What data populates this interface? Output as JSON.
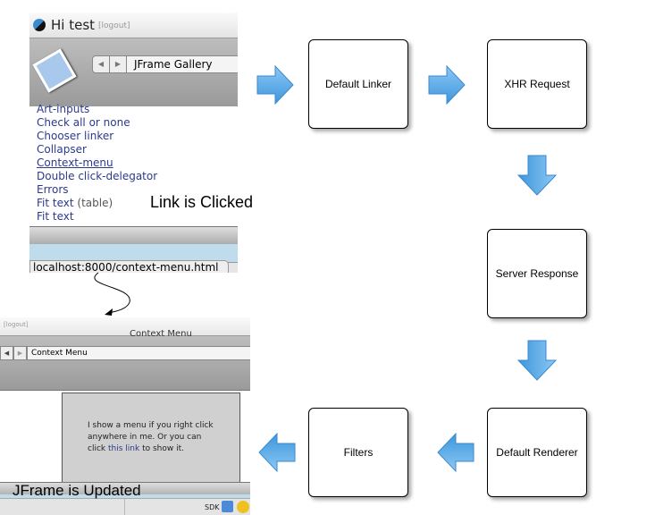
{
  "top_screenshot": {
    "greeting": "Hi test",
    "logout": "[logout]",
    "location": "JFrame Gallery",
    "links": [
      "Art-inputs",
      "Check all or none",
      "Chooser linker",
      "Collapser",
      "Context-menu",
      "Double click-delegator",
      "Errors",
      "Fit text",
      "Fit text"
    ],
    "fit_text_suffix": "(table)",
    "status_url": "localhost:8000/context-menu.html"
  },
  "bottom_screenshot": {
    "logout": "[logout]",
    "window_title": "Context Menu",
    "location": "Context Menu",
    "body_text_1": "I show a menu if you right click anywhere in me. Or you can click",
    "body_link": "this link",
    "body_text_2": "to show it.",
    "sdk": "SDK"
  },
  "captions": {
    "link_clicked": "Link is Clicked",
    "jframe_updated": "JFrame is Updated"
  },
  "nodes": {
    "default_linker": "Default Linker",
    "xhr_request": "XHR Request",
    "server_response": "Server Response",
    "default_renderer": "Default Renderer",
    "filters": "Filters"
  },
  "colors": {
    "arrow": "#5aaee8",
    "link": "#2b3a8c"
  }
}
